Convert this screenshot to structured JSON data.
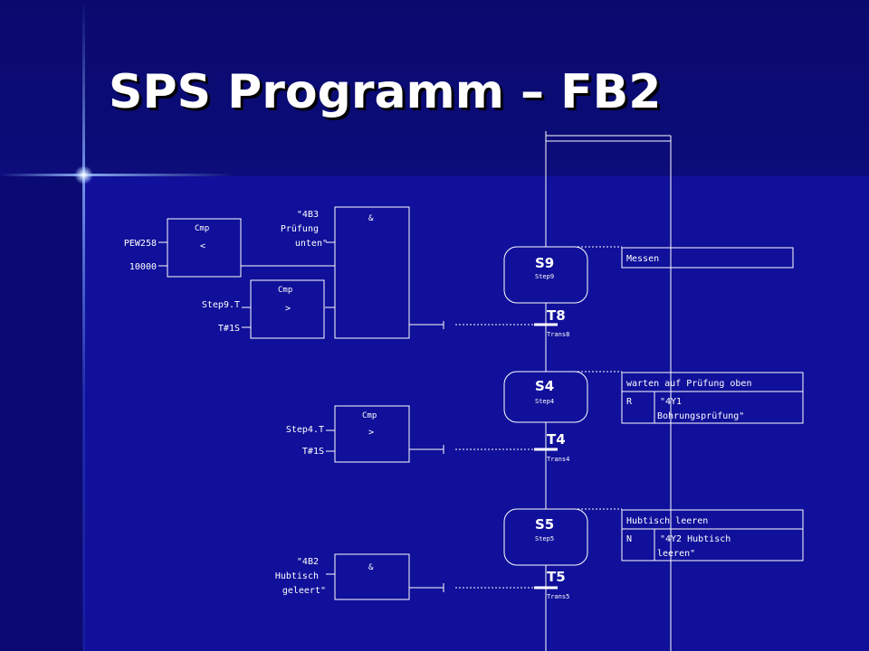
{
  "title": "SPS Programm – FB2",
  "colors": {
    "background": "#10109a",
    "line": "#ffffff",
    "title_shadow": "#000000"
  },
  "logic": {
    "cmp1": {
      "header": "Cmp",
      "op": "<",
      "in1": "PEW258",
      "in2": "10000"
    },
    "and1": {
      "header": "&",
      "label_line1": "\"4B3",
      "label_line2": "Prüfung",
      "label_line3": "unten\""
    },
    "cmp2": {
      "header": "Cmp",
      "op": ">",
      "in1": "Step9.T",
      "in2": "T#1S"
    },
    "cmp3": {
      "header": "Cmp",
      "op": ">",
      "in1": "Step4.T",
      "in2": "T#1S"
    },
    "and2": {
      "header": "&",
      "label_line1": "\"4B2",
      "label_line2": "Hubtisch",
      "label_line3": "geleert\""
    }
  },
  "sfc": {
    "steps": [
      {
        "id": "S9",
        "name": "Step9"
      },
      {
        "id": "S4",
        "name": "Step4"
      },
      {
        "id": "S5",
        "name": "Step5"
      }
    ],
    "transitions": [
      {
        "id": "T8",
        "name": "Trans8"
      },
      {
        "id": "T4",
        "name": "Trans4"
      },
      {
        "id": "T5",
        "name": "Trans5"
      }
    ],
    "actions": {
      "s9": {
        "title": "Messen"
      },
      "s4": {
        "title": "warten auf Prüfung oben",
        "qualifier": "R",
        "line1": "\"4Y1",
        "line2": "Bohrungsprüfung\""
      },
      "s5": {
        "title": "Hubtisch leeren",
        "qualifier": "N",
        "line1": "\"4Y2 Hubtisch",
        "line2": "leeren\""
      }
    }
  }
}
